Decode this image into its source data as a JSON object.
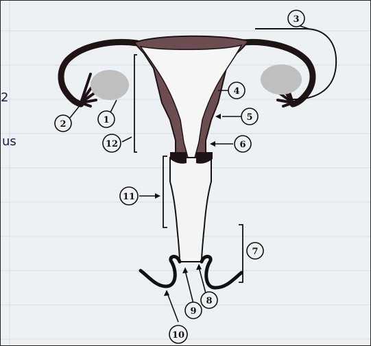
{
  "diagram": {
    "labels": [
      {
        "id": "1",
        "text": "1"
      },
      {
        "id": "2",
        "text": "2"
      },
      {
        "id": "3",
        "text": "3"
      },
      {
        "id": "4",
        "text": "4"
      },
      {
        "id": "5",
        "text": "5"
      },
      {
        "id": "6",
        "text": "6"
      },
      {
        "id": "7",
        "text": "7"
      },
      {
        "id": "8",
        "text": "8"
      },
      {
        "id": "9",
        "text": "9"
      },
      {
        "id": "10",
        "text": "10"
      },
      {
        "id": "11",
        "text": "11"
      },
      {
        "id": "12",
        "text": "12"
      }
    ],
    "margin_note_top": "2",
    "margin_note_bottom": "us"
  },
  "colors": {
    "paper": "#eef1f3",
    "ink": "#111111",
    "tube": "#1e1416",
    "tissue": "#6b4d52",
    "ovary": "#bfbfbf",
    "vagina_fill": "#f4f4f4"
  }
}
